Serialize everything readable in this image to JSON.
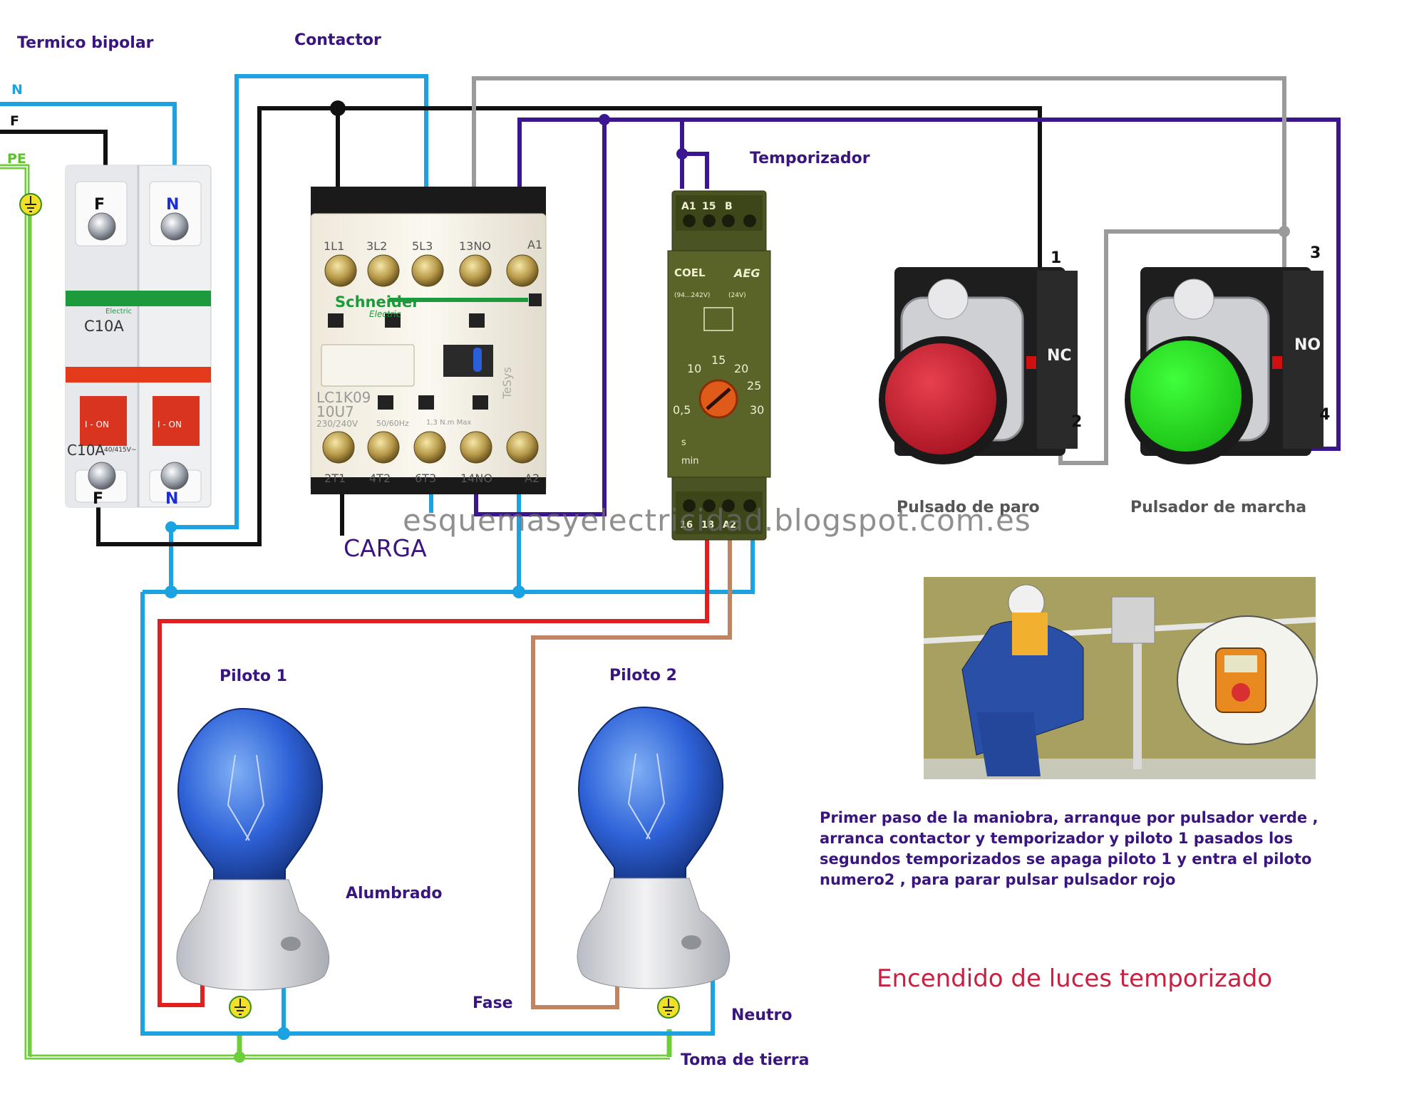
{
  "labels": {
    "breaker": "Termico bipolar",
    "contactor": "Contactor",
    "timer": "Temporizador",
    "load": "CARGA",
    "pilot1": "Piloto 1",
    "pilot2": "Piloto 2",
    "lighting": "Alumbrado",
    "phase": "Fase",
    "neutral": "Neutro",
    "ground": "Toma de tierra",
    "stop_button": "Pulsado de paro",
    "start_button": "Pulsador de marcha"
  },
  "wires": {
    "neutral": "N",
    "phase": "F",
    "earth": "PE"
  },
  "breaker": {
    "brand": "Schneider",
    "brand_sub": "Electric",
    "rating": "C10A",
    "rating_lower": "C10A",
    "rating_volts": "40/415V~",
    "switch_text": "I - ON",
    "terminal_top_left": "F",
    "terminal_top_right": "N",
    "terminal_bottom_left": "F",
    "terminal_bottom_right": "N"
  },
  "contactor": {
    "brand": "Schneider",
    "brand_sub": "Electric",
    "top_terminals": [
      "1L1",
      "3L2",
      "5L3",
      "13NO",
      "A1"
    ],
    "bottom_terminals": [
      "2T1",
      "4T2",
      "6T3",
      "14NO",
      "A2"
    ],
    "model": "LC1K09",
    "model_sub": "10U7",
    "voltage": "230/240V",
    "freq": "50/60Hz",
    "torque": "1,3 N.m Max",
    "series": "TeSys"
  },
  "timer": {
    "top_terminals": [
      "A1",
      "15",
      "B"
    ],
    "bottom_terminals": [
      "16",
      "18",
      "A2"
    ],
    "brand": "COEL",
    "brand2": "AEG",
    "voltage": "(94...242V)",
    "voltage2": "(24V)",
    "scale": [
      "0,5",
      "10",
      "15",
      "20",
      "25",
      "30"
    ],
    "unit_s": "s",
    "unit_min": "min"
  },
  "buttons": {
    "stop_contact": "NC",
    "start_contact": "NO",
    "stop_terminals": [
      "1",
      "2"
    ],
    "start_terminals": [
      "3",
      "4"
    ]
  },
  "watermark": "esquemasyelectricidad.blogspot.com.es",
  "description": "Primer paso de la maniobra, arranque por pulsador verde , arranca contactor y temporizador y piloto 1 pasados los segundos temporizados se apaga piloto 1 y entra el piloto numero2 , para parar pulsar pulsador rojo",
  "title": "Encendido de luces temporizado",
  "colors": {
    "neutral_wire": "#1aa3e0",
    "phase_wire": "#111111",
    "earth_wire": "#6ccf3a",
    "control_wire": "#3b1690",
    "aux_wire": "#9a9a9a",
    "pilot1_wire": "#e02020",
    "pilot2_wire": "#c08560",
    "stop_button": "#c81e2e",
    "start_button": "#22e01a",
    "label_text": "#3a1580",
    "title_text": "#c82040"
  }
}
